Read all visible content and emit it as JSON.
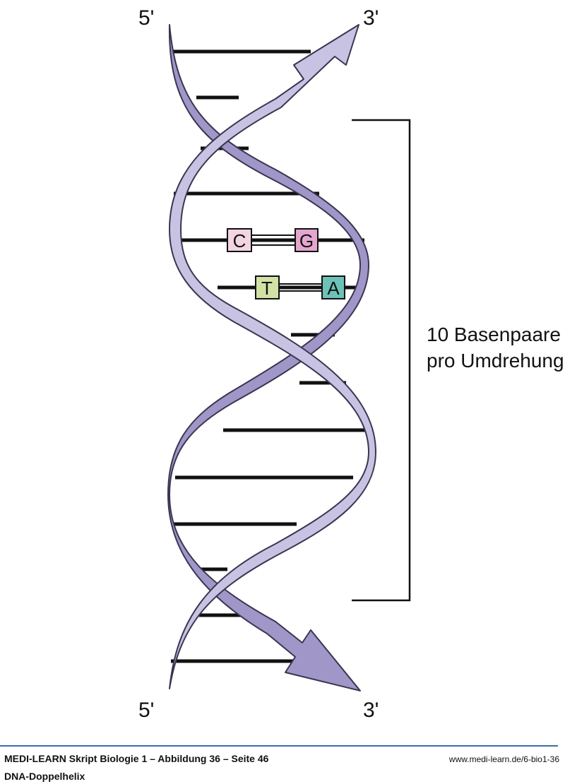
{
  "diagram": {
    "strand_labels": {
      "top_left": "5'",
      "top_right": "3'",
      "bottom_left": "5'",
      "bottom_right": "3'"
    },
    "pitch_label_line1": "10 Basenpaare",
    "pitch_label_line2": "pro Umdrehung",
    "base_pair_1": {
      "left": "C",
      "right": "G"
    },
    "base_pair_2": {
      "left": "T",
      "right": "A"
    },
    "colors": {
      "strand_dark": "#a096c8",
      "strand_light": "#c9c3e3",
      "outline": "#3a3550",
      "base_C": "#f3d5e2",
      "base_G": "#e4a6cf",
      "base_T": "#d2e2a6",
      "base_A": "#6cc2b6"
    }
  },
  "footer": {
    "title": "MEDI-LEARN Skript Biologie 1 – Abbildung 36 – Seite 46",
    "url": "www.medi-learn.de/6-bio1-36",
    "caption": "DNA-Doppelhelix"
  }
}
